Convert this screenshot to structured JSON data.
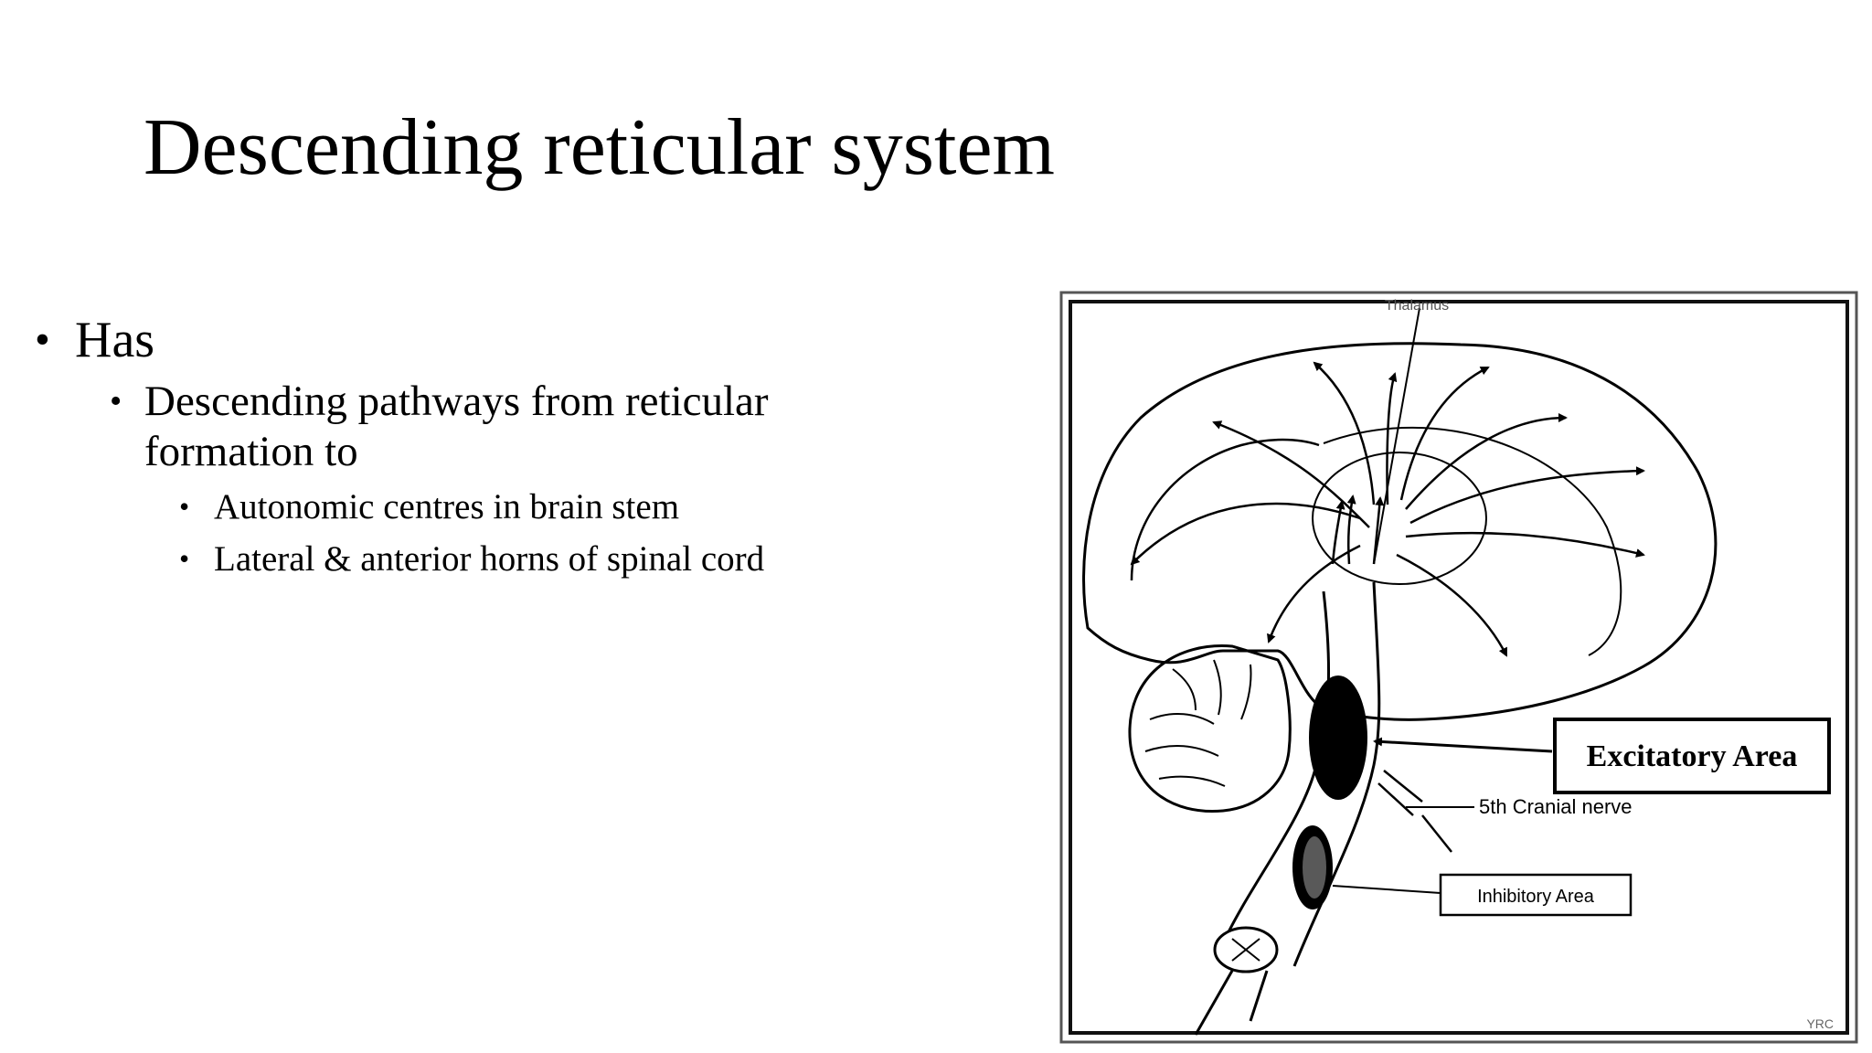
{
  "slide": {
    "title": "Descending reticular system",
    "bullets": {
      "level1": "Has",
      "level2": "Descending pathways from reticular formation to",
      "level3": [
        "Autonomic centres in brain stem",
        "Lateral & anterior horns of spinal cord"
      ]
    }
  },
  "figure": {
    "top_label": "Thalamus",
    "excitatory_label": "Excitatory Area",
    "nerve_label": "5th Cranial nerve",
    "inhibitory_label": "Inhibitory Area",
    "corner_mark": "YRC"
  }
}
